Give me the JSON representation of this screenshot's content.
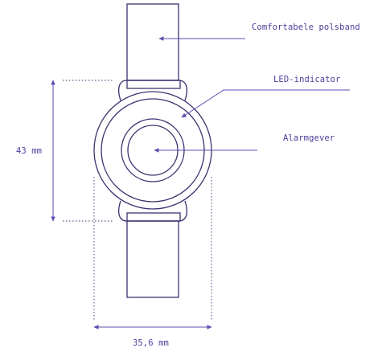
{
  "labels": {
    "wristband": "Comfortabele polsband",
    "led": "LED-indicator",
    "alarm": "Alarmgever"
  },
  "dimensions": {
    "height": "43 mm",
    "width": "35,6 mm"
  },
  "colors": {
    "stroke": "#3c3270",
    "accent": "#5a4fb0",
    "text": "#4a3f9c"
  }
}
